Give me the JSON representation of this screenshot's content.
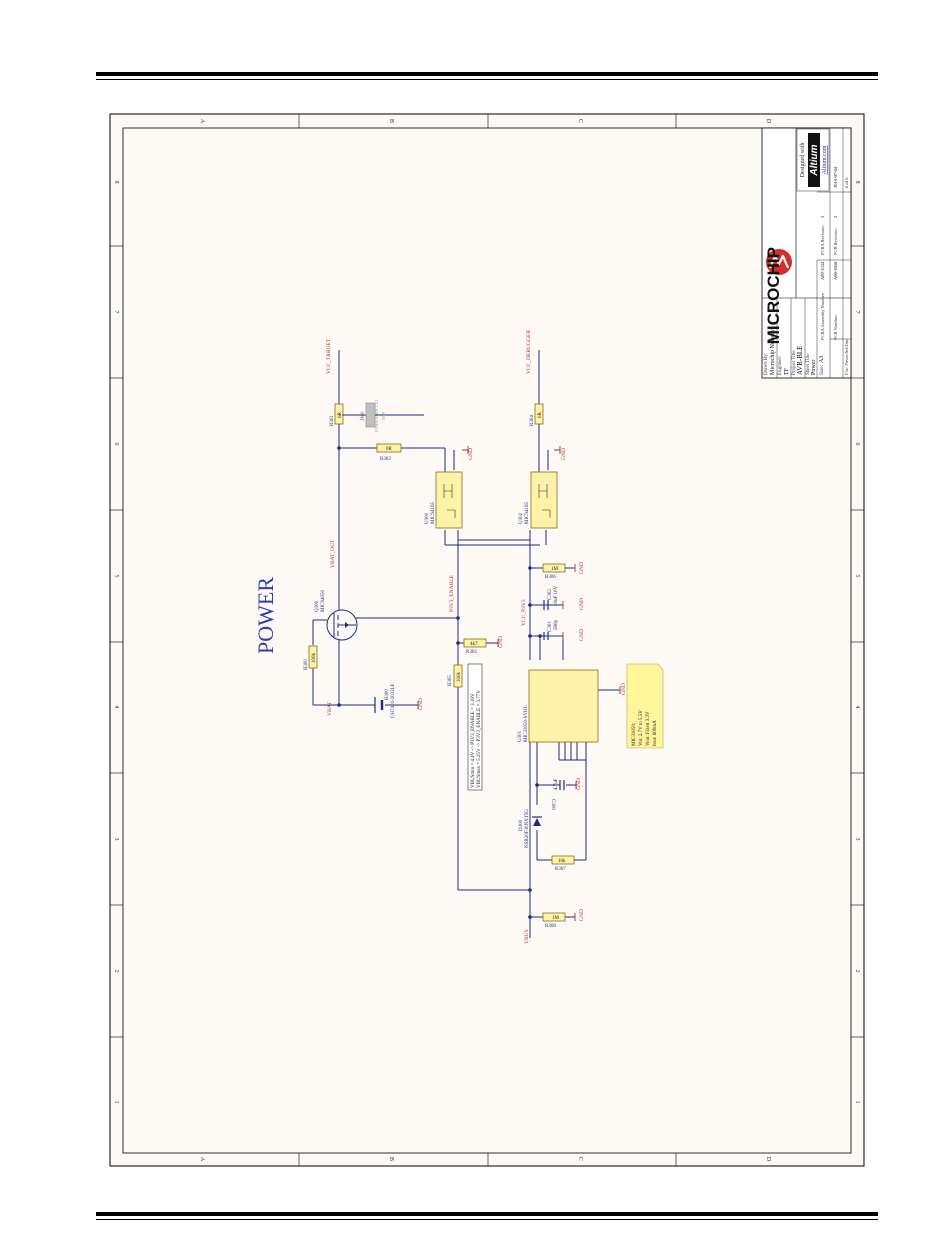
{
  "title": "POWER",
  "border": {
    "letters": [
      "A",
      "B",
      "C",
      "D"
    ],
    "numbers": [
      "8",
      "7",
      "6",
      "5",
      "4",
      "3",
      "2",
      "1"
    ]
  },
  "title_block": {
    "brand": "MICROCHIP",
    "designed_with": "Designed with",
    "altium": "Altium",
    "altium_link": "Altium.com",
    "drawn_by_label": "Drawn By:",
    "drawn_by": "Microchip Norway",
    "engineer_label": "Engineer:",
    "engineer": "TF",
    "project_label": "Project Title",
    "project": "AVR-BLE",
    "sheet_label": "Sheet Title",
    "sheet": "Power",
    "size_label": "Size:",
    "size": "A3",
    "pcba_label": "PCBA Assembly Number:",
    "pcba_number": "A09-3334",
    "pcba_rev_label": "PCBA Revision:",
    "pcba_rev": "3",
    "pcb_label": "PCB Number:",
    "pcb_number": "A08-3058",
    "pcb_rev_label": "PCB Revision:",
    "pcb_rev": "3",
    "date": "2019-07-04",
    "page": "6 of 6",
    "file": "File: Power.SchDoc"
  },
  "nets": {
    "vcc_target": "VCC_TARGET",
    "vcc_debugger": "VCC_DEBUGGER",
    "vbat": "VBAT",
    "vbat_out": "VBAT_OUT",
    "p3v3_enable": "P3V3_ENABLE",
    "vcc_p3v3": "VCC_P3V3",
    "vbus": "VBUS",
    "gnd": "GND"
  },
  "components": {
    "r301": "R301",
    "r301_val": "0R",
    "r303": "R303",
    "r303_val": "0R",
    "r304": "R304",
    "r304_val": "0R",
    "r300": "R300",
    "r300_val": "100k",
    "r302": "R302",
    "r302_val": "4k7",
    "r305": "R305",
    "r305_val": "100k",
    "r306": "R306",
    "r306_val": "1M",
    "r307": "R307",
    "r307_val": "10k",
    "r308": "R308",
    "r308_val": "1M",
    "j300": "J300",
    "j300_sub": "PINHEADER 1X2",
    "j300_dnp": "DNP",
    "u300": "U300",
    "u300_part": "MIC94165",
    "u302": "U302",
    "u302_part": "MIC94165",
    "q300": "Q300",
    "q300_part": "MIC94050",
    "b300": "B300",
    "b300_part": "CH7410-2032LF",
    "c301": "C301",
    "c301_val": "560p",
    "c302": "C302",
    "c302_val": "10uF 10V",
    "c300": "C300",
    "c300_val": "4.7uF",
    "d300": "D300",
    "d300_part": "NSR20F30NXT5G",
    "u301": "U301",
    "u301_part": "MIC33050-SYHL"
  },
  "notes": {
    "vbus_line1": "VBUSmin = 4.4V -> P3V3_ENABLE = 3.16V",
    "vbus_line2": "VBUSmax = 5.25V -> P3V3_ENABLE = 3.77V",
    "regulator_title": "MIC33050:",
    "regulator_line1": "Vin: 2.7V to 5.5V",
    "regulator_line2": "Vout: Fixed 3.3V",
    "regulator_line3": "Iout: 600mA"
  },
  "colors": {
    "wire": "#1b2a8a",
    "label_red": "#b0302a",
    "part_fill": "#fdf3a8",
    "part_stroke": "#8a6a1a",
    "note_fill": "#fff59a",
    "sheet_bg": "#fdfaf6",
    "title_blue": "#2f3eaa"
  }
}
